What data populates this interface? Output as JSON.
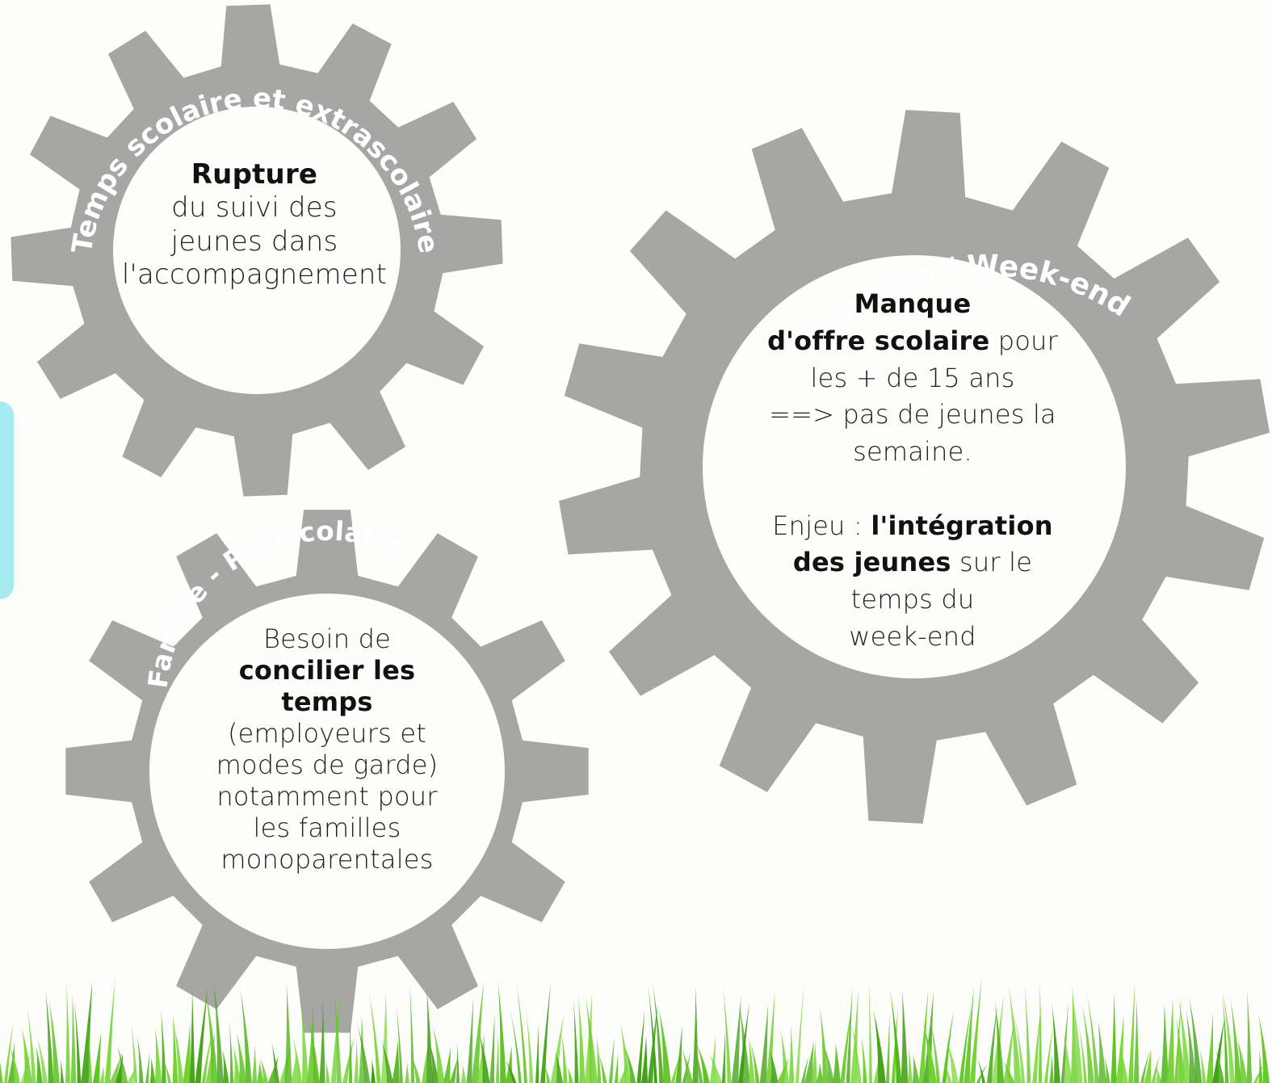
{
  "colors": {
    "background": "#fdfdfb",
    "gear": "#a6a6a5",
    "gear_hub": "#fdfdfb",
    "label": "#ffffff",
    "text": "#1e1e1e",
    "grass": "#5cc41f",
    "accent_tab": "#a6ebef"
  },
  "gears": [
    {
      "id": "temps-scolaire",
      "arc_title": "Temps scolaire et extrascolaire",
      "lines": [
        {
          "bold": "Rupture",
          "text": ""
        },
        {
          "bold": "",
          "text": "du suivi des"
        },
        {
          "bold": "",
          "text": "jeunes  dans"
        },
        {
          "bold": "",
          "text": "l'accompagnement"
        }
      ]
    },
    {
      "id": "famille-periscolaire",
      "arc_title": "Famille - Périscolaire",
      "lines": [
        {
          "bold": "",
          "text": "Besoin de"
        },
        {
          "bold": "concilier les",
          "text": ""
        },
        {
          "bold": "temps",
          "text": ""
        },
        {
          "bold": "",
          "text": "(employeurs et"
        },
        {
          "bold": "",
          "text": "modes de garde)"
        },
        {
          "bold": "",
          "text": "notamment pour"
        },
        {
          "bold": "",
          "text": "les familles"
        },
        {
          "bold": "",
          "text": "monoparentales"
        }
      ]
    },
    {
      "id": "semaine-weekend",
      "arc_title": "Semaine / Week-end",
      "lines": [
        {
          "bold": "Manque",
          "text": ""
        },
        {
          "bold": "d'offre scolaire",
          "text": " pour"
        },
        {
          "bold": "",
          "text": "les + de 15 ans"
        },
        {
          "bold": "",
          "text": "==> pas de jeunes la"
        },
        {
          "bold": "",
          "text": "semaine."
        },
        {
          "bold": "",
          "text": " "
        },
        {
          "pre": "Enjeu : ",
          "bold": "l'intégration",
          "text": ""
        },
        {
          "bold": "des jeunes",
          "text": " sur le"
        },
        {
          "bold": "",
          "text": "temps du"
        },
        {
          "bold": "",
          "text": "week-end"
        }
      ]
    }
  ]
}
